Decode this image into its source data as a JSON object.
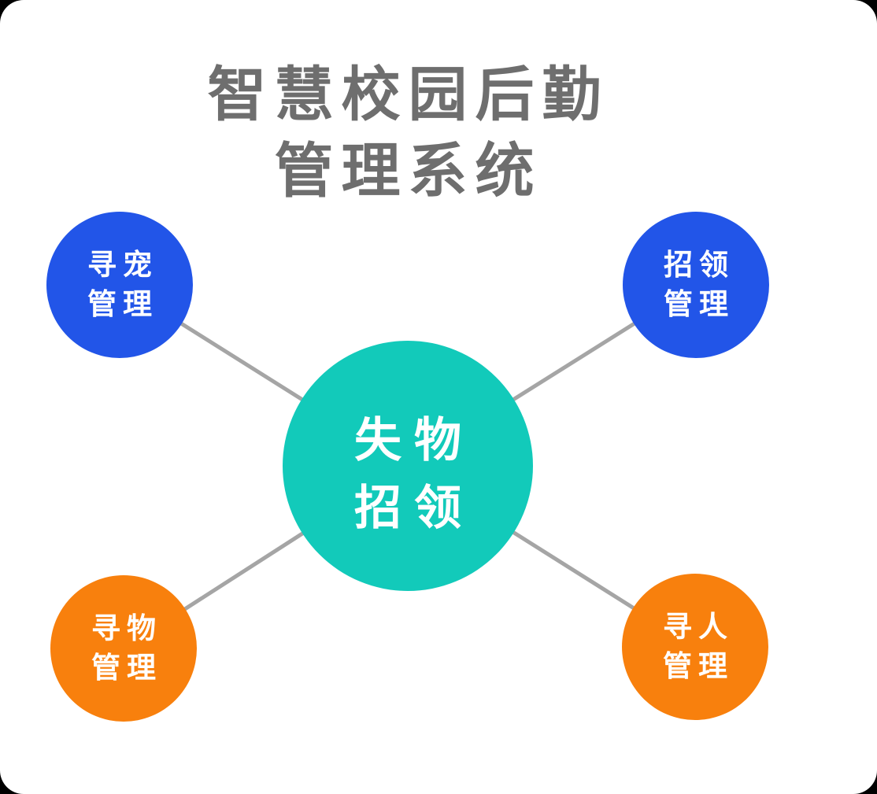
{
  "title": {
    "line1": "智慧校园后勤",
    "line2": "管理系统",
    "color": "#6E6E6E"
  },
  "center_node": {
    "line1": "失物",
    "line2": "招领",
    "color": "#12CABA",
    "text_color": "#FFFFFF"
  },
  "nodes": [
    {
      "position": "top-left",
      "line1": "寻宠",
      "line2": "管理",
      "color": "#2255E8"
    },
    {
      "position": "top-right",
      "line1": "招领",
      "line2": "管理",
      "color": "#2255E8"
    },
    {
      "position": "bottom-left",
      "line1": "寻物",
      "line2": "管理",
      "color": "#F8800D"
    },
    {
      "position": "bottom-right",
      "line1": "寻人",
      "line2": "管理",
      "color": "#F8800D"
    }
  ],
  "colors": {
    "canvas_bg": "#FFFFFF",
    "connector": "#A5A5A5",
    "title_text": "#6E6E6E",
    "node_text": "#FFFFFF"
  }
}
